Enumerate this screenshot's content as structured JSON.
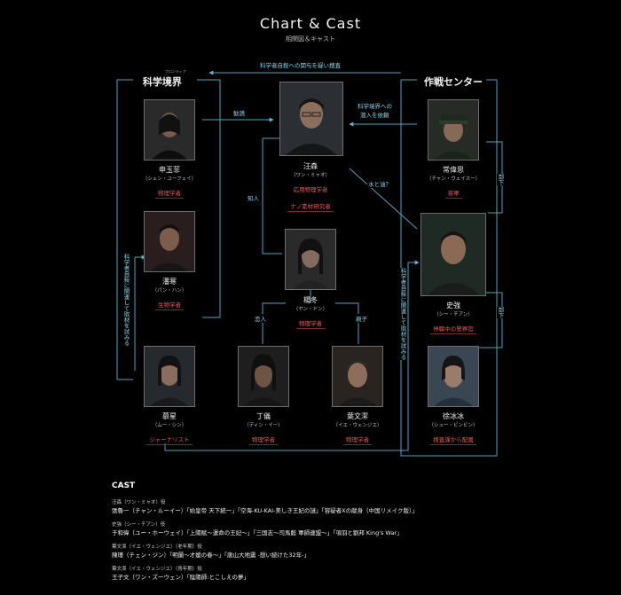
{
  "header": {
    "title": "Chart & Cast",
    "subtitle": "相関図＆キャスト"
  },
  "groups": {
    "science": {
      "label": "科学境界",
      "ruby": "フロンティア"
    },
    "ops": {
      "label": "作戦センター"
    }
  },
  "people": {
    "shen": {
      "name": "申玉菲",
      "reading": "（シェン・ユーフェイ）",
      "role": "物理学者"
    },
    "wang": {
      "name": "汪森",
      "reading": "（ワン・ミャオ）",
      "role_line1": "応用物理学者",
      "role_line2": "ナノ素材研究者"
    },
    "chang": {
      "name": "常偉思",
      "reading": "（チャン・ウェイスー）",
      "role": "将軍"
    },
    "pan": {
      "name": "潘寒",
      "reading": "（パン・ハン）",
      "role": "生物学者"
    },
    "yang": {
      "name": "楊冬",
      "reading": "（ヤン・ドン）",
      "role": "物理学者"
    },
    "shi": {
      "name": "史強",
      "reading": "（シー・チアン）",
      "role": "停職中の警察官"
    },
    "mu": {
      "name": "慕星",
      "reading": "（ムー・シン）",
      "role": "ジャーナリスト"
    },
    "ding": {
      "name": "丁儀",
      "reading": "（ディン・イー）",
      "role": "物理学者"
    },
    "ye": {
      "name": "葉文潔",
      "reading": "（イエ・ウェンジエ）",
      "role": "物理学者"
    },
    "xu": {
      "name": "徐冰冰",
      "reading": "（シュー・ビンビン）",
      "role": "捜査課から配属"
    }
  },
  "edges": {
    "suspicion": "科学者自殺への関与を疑い捜査",
    "invite": "勧誘",
    "infiltrate_line1": "科学境界への",
    "infiltrate_line2": "潜入を依頼",
    "water_oil": "水と油？",
    "acquaint": "知人",
    "lover": "恋人",
    "parent": "親子",
    "subordinate1": "部下",
    "subordinate2": "部下",
    "research_left": "科学者自殺に関連して取材を試みる",
    "research_right": "科学者自殺に関連して取材を試みる"
  },
  "cast": {
    "heading": "CAST",
    "entries": [
      {
        "role": "汪森（ワン・ミャオ）役",
        "actor": "張魯一（チャン・ルーイー）「始皇帝 天下統一」「空海-KU-KAI-美しき王妃の謎」「容疑者Xの献身（中国リメイク版）」"
      },
      {
        "role": "史強（シー・チアン）役",
        "actor": "于和偉（ユー・ホーウェイ）「上陽賦～運命の王妃～」「三国志～司馬懿 軍師連盟～」「項羽と劉邦 King's War」"
      },
      {
        "role": "葉文潔（イエ・ウェンジエ）（老年期）役",
        "actor": "陳瑾（チェン・ジン）「明蘭～才媛の春～」「唐山大地震 -想い続けた32年-」"
      },
      {
        "role": "葉文潔（イエ・ウェンジエ）（青年期）役",
        "actor": "王子文（ワン・ズーウェン）「陰陽師:とこしえの夢」"
      }
    ]
  },
  "colors": {
    "accent": "#5fb8d4",
    "role": "#e05b5b",
    "background": "#000000"
  }
}
